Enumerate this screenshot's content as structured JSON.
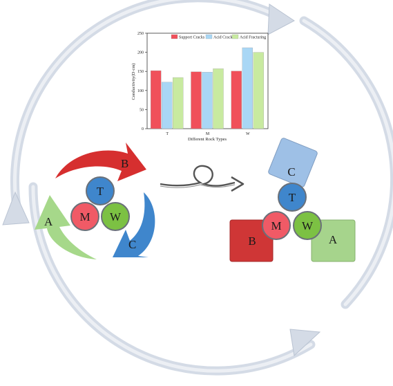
{
  "chart_data": {
    "type": "bar",
    "xlabel": "Different Rock Types",
    "ylabel": "Conductivity(D·cm)",
    "ylim": [
      0,
      250
    ],
    "yticks": [
      0,
      50,
      100,
      150,
      200,
      250
    ],
    "categories": [
      "T",
      "M",
      "W"
    ],
    "legend_position": "top",
    "series": [
      {
        "name": "Support Cracks",
        "color": "#f0505a",
        "values": [
          152,
          149,
          151
        ]
      },
      {
        "name": "Acid Crack",
        "color": "#a9d7f5",
        "values": [
          122,
          148,
          212
        ]
      },
      {
        "name": "Acid Fracturing",
        "color": "#c8eaa0",
        "values": [
          134,
          157,
          200
        ]
      }
    ]
  },
  "left_cluster": {
    "arrows": [
      {
        "label": "B",
        "color": "#d62f2f"
      },
      {
        "label": "C",
        "color": "#3f86cc"
      },
      {
        "label": "A",
        "color": "#a6d88a"
      }
    ],
    "circles": [
      {
        "label": "T",
        "color": "#3f86cc"
      },
      {
        "label": "M",
        "color": "#f05a66"
      },
      {
        "label": "W",
        "color": "#7cc143"
      }
    ]
  },
  "right_cluster": {
    "squares": [
      {
        "label": "C",
        "color": "#9ec0e6"
      },
      {
        "label": "B",
        "color": "#cf3636"
      },
      {
        "label": "A",
        "color": "#a6d48c"
      }
    ],
    "circles": [
      {
        "label": "T",
        "color": "#3f86cc"
      },
      {
        "label": "M",
        "color": "#f05a66"
      },
      {
        "label": "W",
        "color": "#7cc143"
      }
    ]
  },
  "colors": {
    "ring": "#d4dbe6",
    "ring_edge": "#b9c3d2",
    "connector": "#555555"
  }
}
